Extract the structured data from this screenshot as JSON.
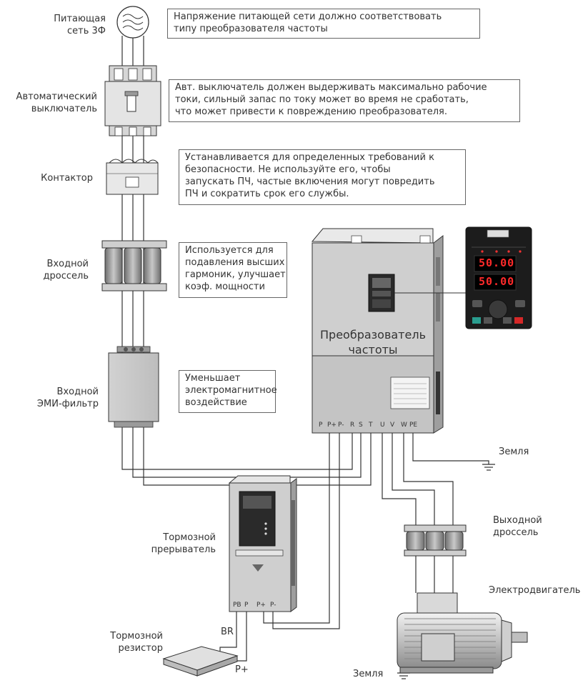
{
  "labels": {
    "supply": [
      "Питающая",
      "сеть 3Ф"
    ],
    "breaker": [
      "Автоматический",
      "выключатель"
    ],
    "contactor": [
      "Контактор"
    ],
    "input_reactor": [
      "Входной",
      "дроссель"
    ],
    "emi_filter": [
      "Входной",
      "ЭМИ-фильтр"
    ],
    "vfd": [
      "Преобразователь",
      "частоты"
    ],
    "ground_top": "Земля",
    "output_reactor": [
      "Выходной",
      "дроссель"
    ],
    "motor": "Электродвигатель",
    "brake_chopper": [
      "Тормозной",
      "прерыватель"
    ],
    "brake_resistor": [
      "Тормозной",
      "резистор"
    ],
    "ground_bottom": "Земля",
    "br": "BR",
    "p_plus": "P+"
  },
  "notes": {
    "supply": [
      "Напряжение питающей сети должно соответствовать",
      "типу преобразователя частоты"
    ],
    "breaker": [
      "Авт. выключатель должен выдерживать максимально рабочие",
      "токи, сильный запас по току может во время не сработать,",
      "что может привести к повреждению преобразователя."
    ],
    "contactor": [
      "Устанавливается для определенных требований к",
      "безопасности. Не используйте его, чтобы",
      "запускать ПЧ, частые включения могут повредить",
      "ПЧ и сократить срок его службы."
    ],
    "reactor": [
      "Используется для",
      "подавления высших",
      "гармоник, улучшает",
      "коэф. мощности"
    ],
    "emi": [
      "Уменьшает",
      "электромагнитное",
      "воздействие"
    ]
  },
  "vfd_terminals": [
    "P",
    "P+",
    "P-",
    "R",
    "S",
    "T",
    "U",
    "V",
    "W",
    "PE"
  ],
  "chopper_terminals": [
    "PB",
    "P",
    "P+",
    "P-"
  ],
  "keypad_display": [
    "50.00",
    "50.00"
  ],
  "colors": {
    "line": "#333333",
    "equipment": "#bdbdbd",
    "keypad": "#1c1c1c",
    "display": "#ff2a2a"
  }
}
